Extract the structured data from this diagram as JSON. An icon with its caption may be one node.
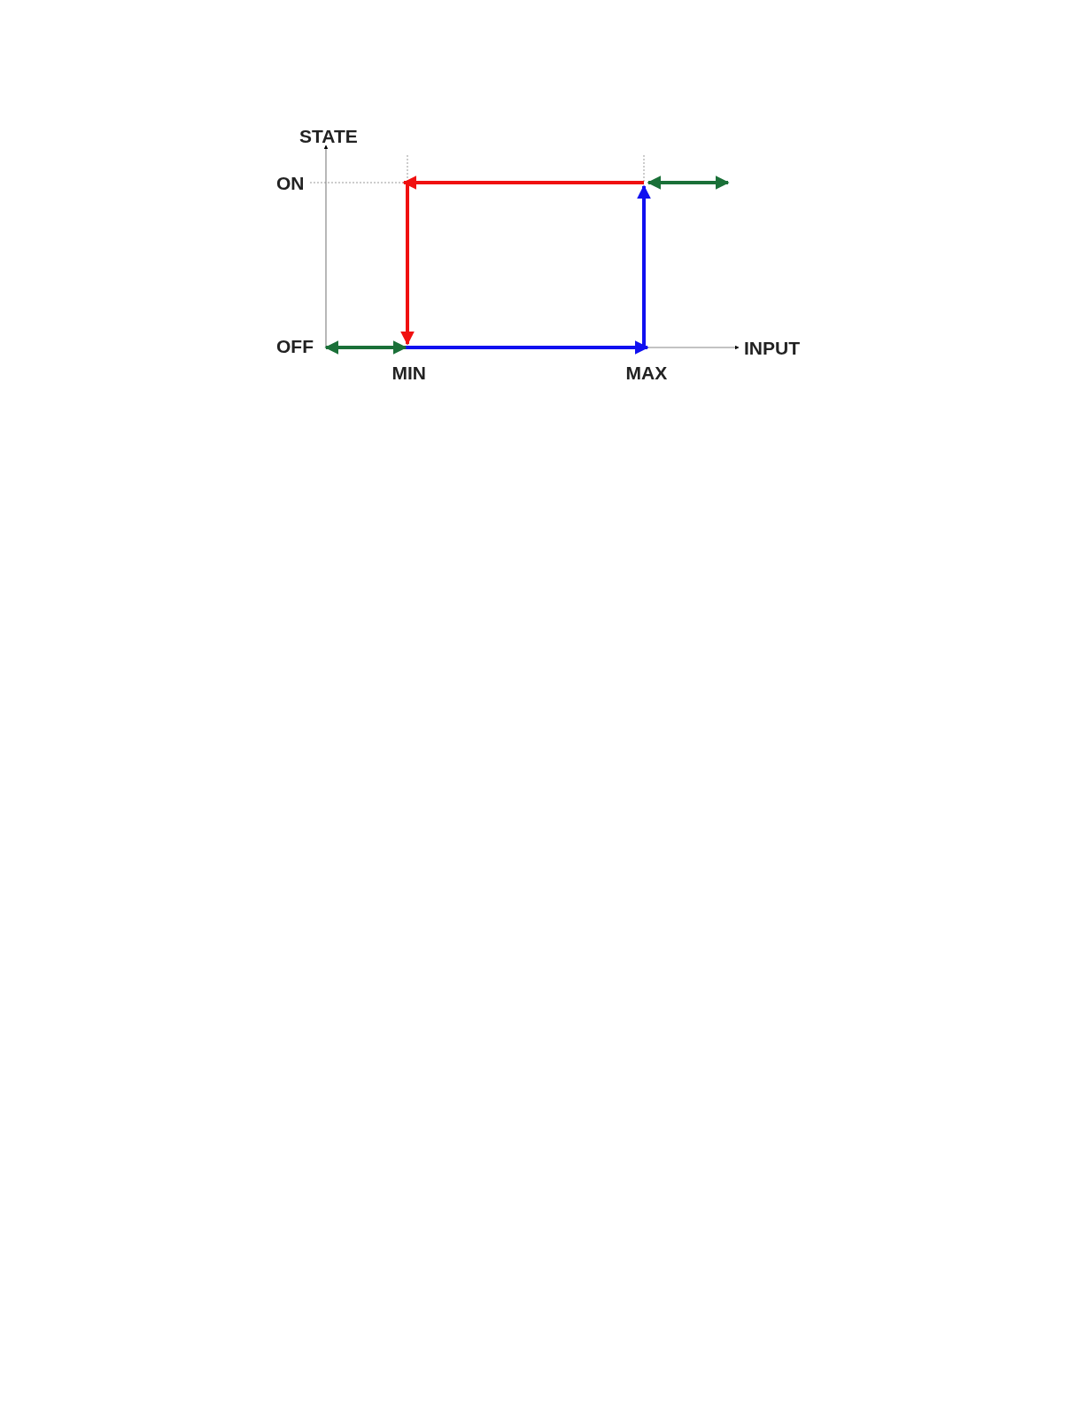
{
  "diagram": {
    "labels": [
      "STATE",
      "ON",
      "OFF",
      "MIN",
      "MAX",
      "INPUT"
    ]
  }
}
